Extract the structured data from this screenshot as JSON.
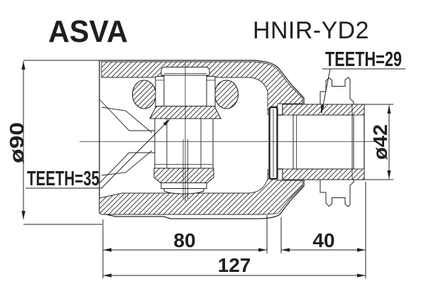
{
  "header": {
    "brand": "ASVA",
    "part_number": "HNIR-YD2"
  },
  "labels": {
    "teeth_inner": "TEETH=35",
    "teeth_outer": "TEETH=29",
    "diameter_housing": "ø90",
    "diameter_stub": "ø42"
  },
  "dimensions": {
    "inner_length": "80",
    "stub_length": "40",
    "overall_length": "127"
  },
  "colors": {
    "ink": "#1f1f1f",
    "line": "#2b2b2b",
    "background": "#ffffff"
  }
}
